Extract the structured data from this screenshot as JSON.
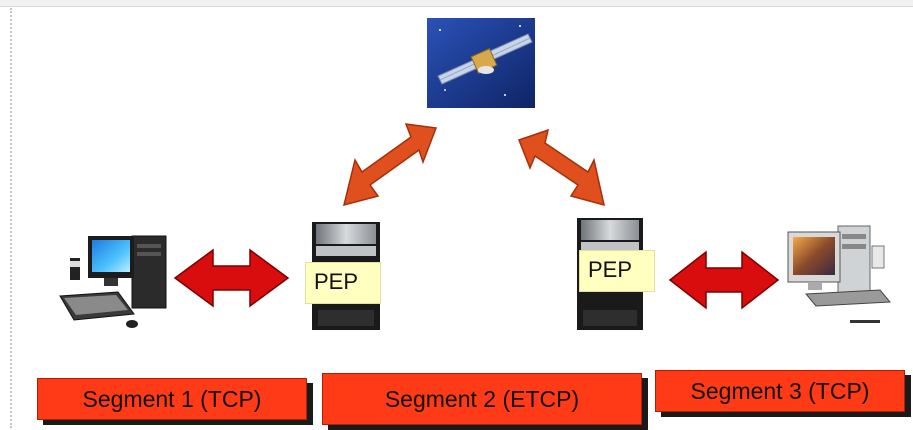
{
  "colors": {
    "arrow_red": "#d90d0d",
    "arrow_orange": "#e0501f",
    "segment_fill": "#ff3a17",
    "pep_fill": "#ffffc0",
    "satellite_bg": "#1b3a8c"
  },
  "icons": [
    "satellite-icon",
    "desktop-computer-icon",
    "server-icon",
    "multimedia-computer-icon"
  ],
  "nodes": {
    "pep_left_label": "PEP",
    "pep_right_label": "PEP"
  },
  "segments": [
    {
      "label": "Segment 1 (TCP)"
    },
    {
      "label": "Segment 2 (ETCP)"
    },
    {
      "label": "Segment 3 (TCP)"
    }
  ]
}
